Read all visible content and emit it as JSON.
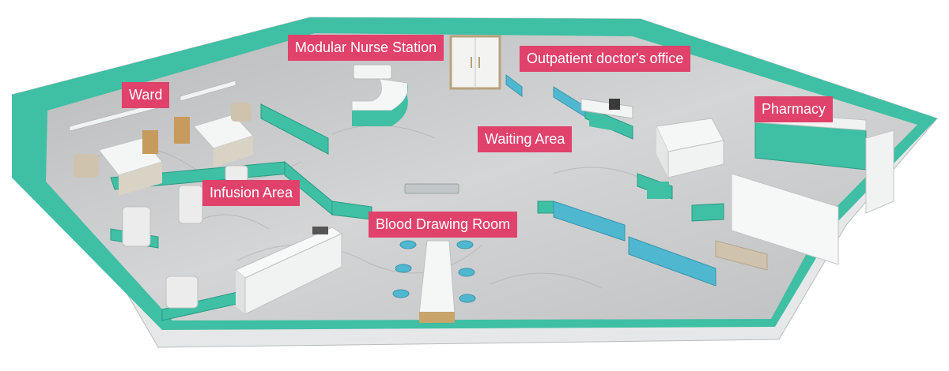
{
  "colors": {
    "label_bg": "#e0426b",
    "wall": "#3fbfa3",
    "wall_dark": "#2a9c85",
    "floor": "#c9cacb",
    "furniture_white": "#f4f5f5",
    "chair_blue": "#4fb7cf",
    "bed_beige": "#cfc3ae"
  },
  "labels": {
    "nurse_station": "Modular Nurse Station",
    "outpatient_office": "Outpatient doctor's office",
    "ward": "Ward",
    "pharmacy": "Pharmacy",
    "waiting_area": "Waiting Area",
    "infusion_area": "Infusion Area",
    "blood_drawing_room": "Blood Drawing Room"
  }
}
